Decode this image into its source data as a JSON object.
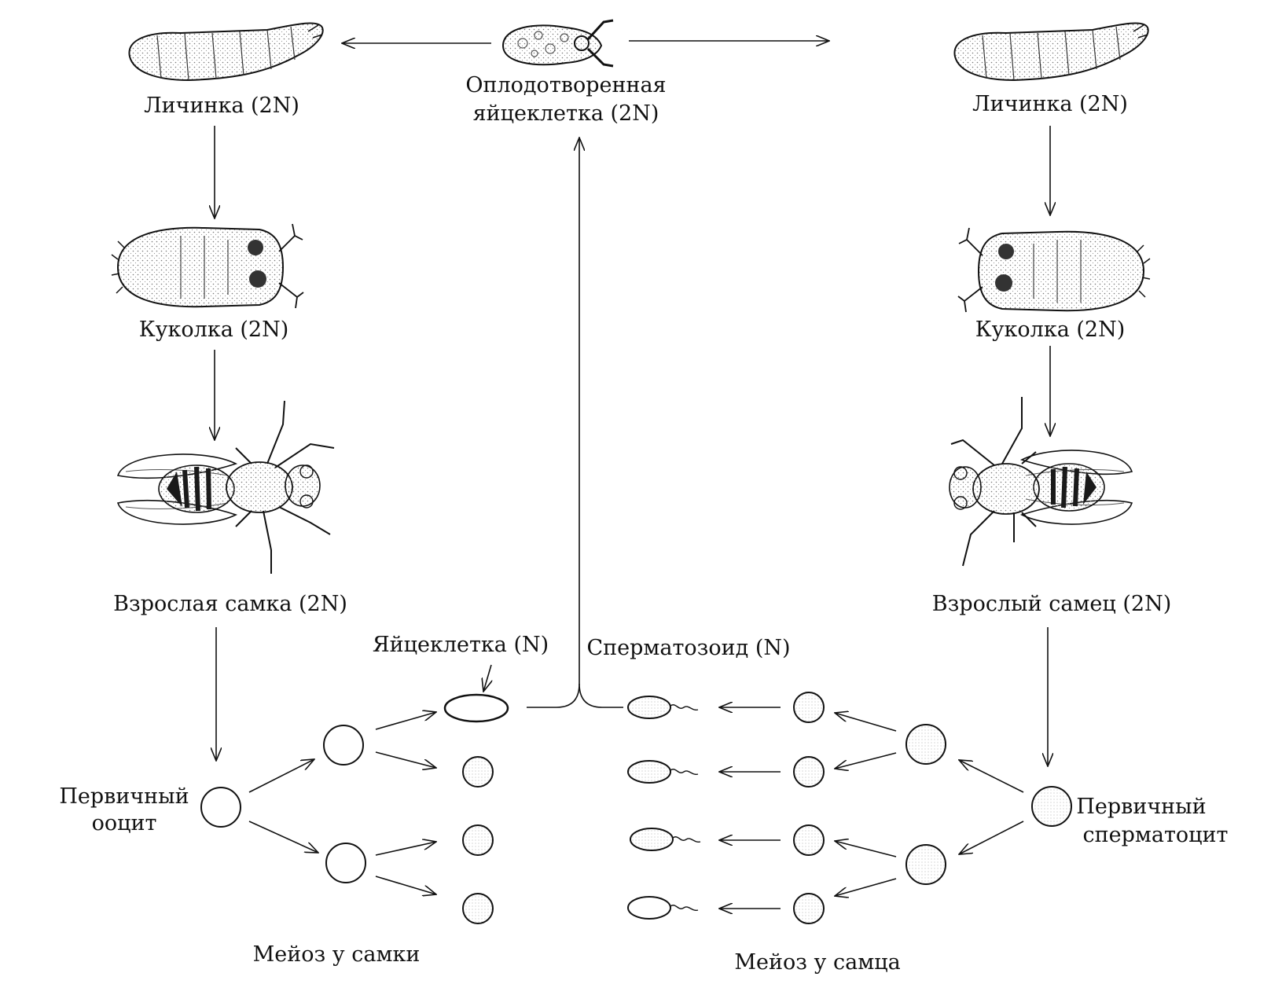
{
  "labels": {
    "fertilized_egg_line1": "Оплодотворенная",
    "fertilized_egg_line2": "яйцеклетка (2N)",
    "larva_left": "Личинка (2N)",
    "larva_right": "Личинка (2N)",
    "pupa_left": "Куколка (2N)",
    "pupa_right": "Куколка (2N)",
    "adult_female": "Взрослая самка (2N)",
    "adult_male": "Взрослый самец (2N)",
    "egg_cell": "Яйцеклетка (N)",
    "sperm": "Сперматозоид (N)",
    "primary_oocyte_line1": "Первичный",
    "primary_oocyte_line2": "ооцит",
    "primary_spermatocyte_line1": "Первичный",
    "primary_spermatocyte_line2": "сперматоцит",
    "meiosis_female": "Мейоз у самки",
    "meiosis_male": "Мейоз у самца"
  },
  "colors": {
    "ink": "#111111",
    "stipple": "#8a8a8a",
    "dark_band": "#1a1a1a"
  }
}
